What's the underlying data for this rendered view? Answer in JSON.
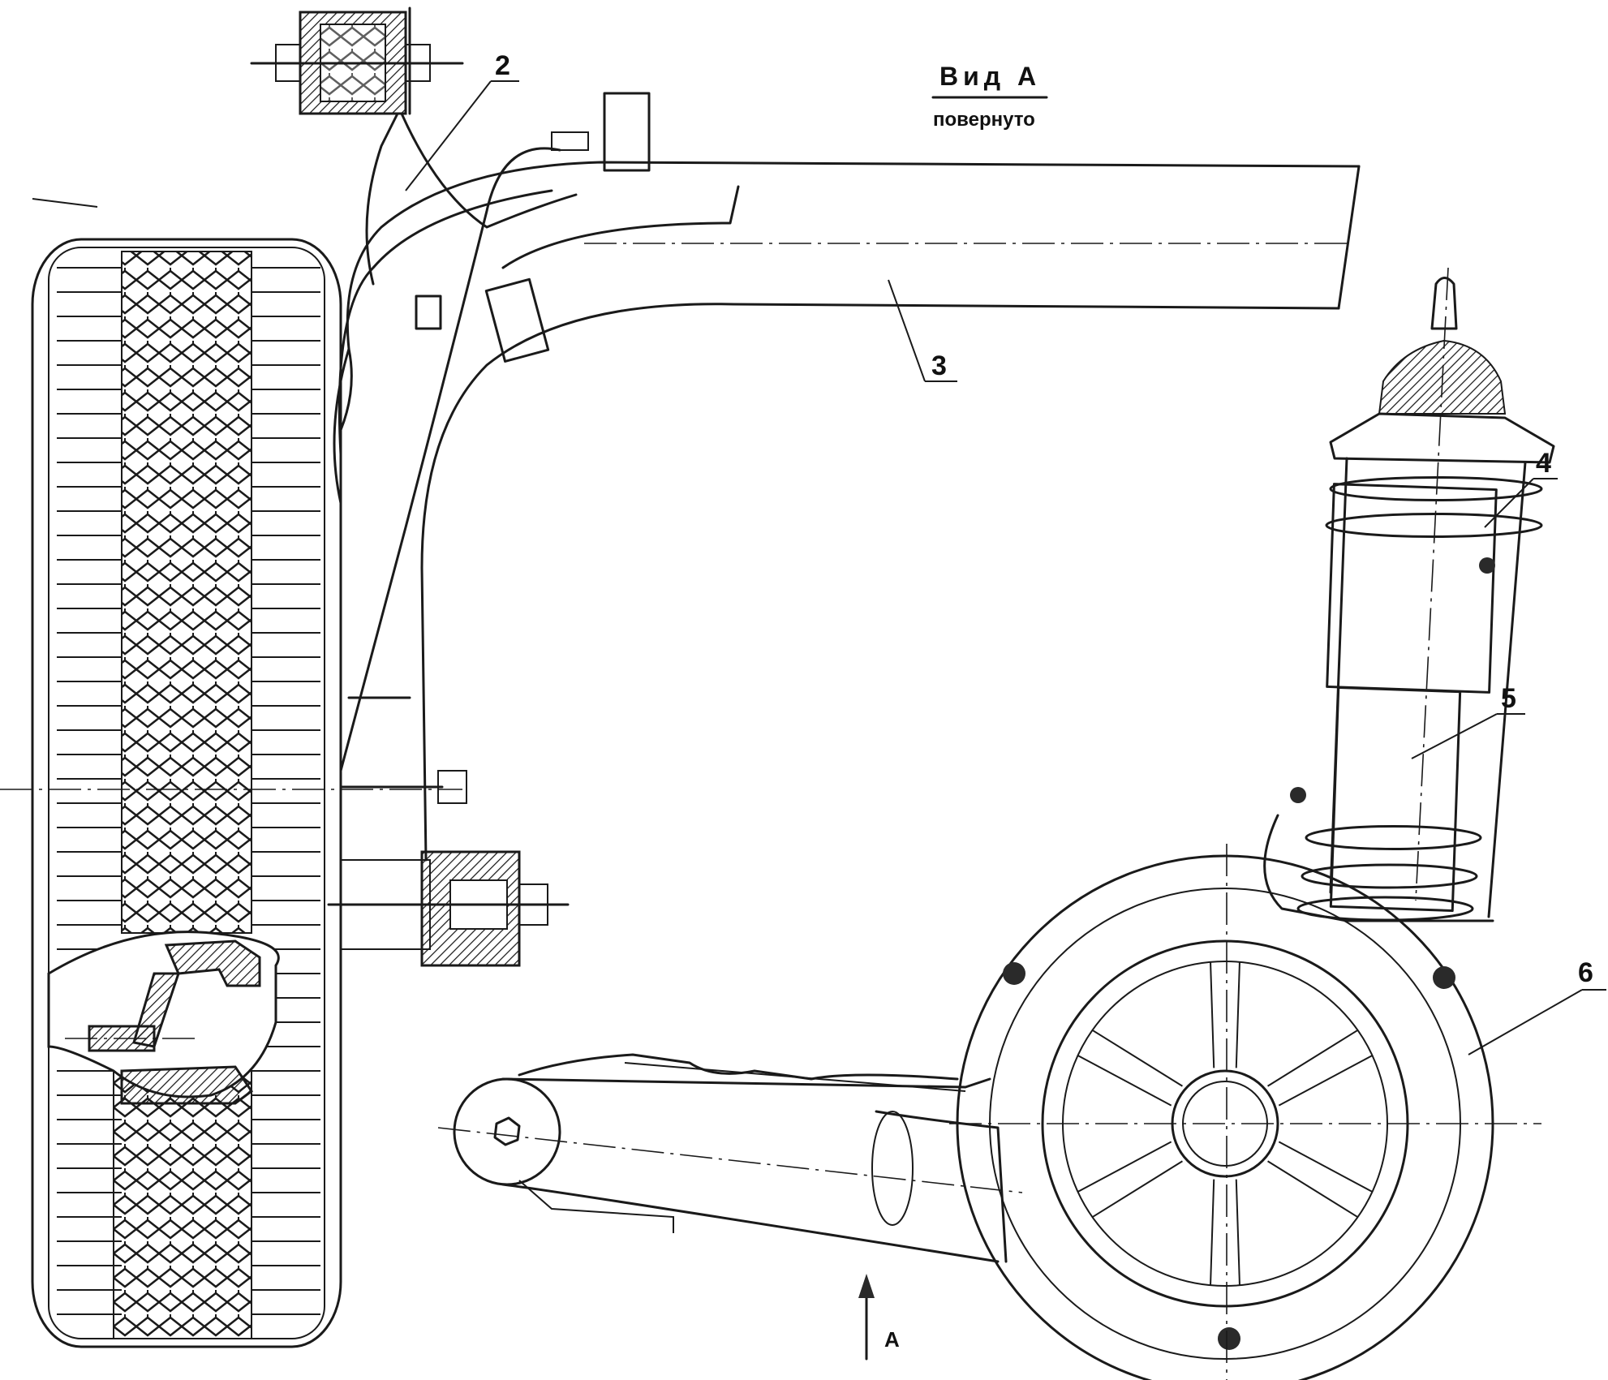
{
  "view": {
    "title": "Вид А",
    "subtitle": "повернуто"
  },
  "callouts": [
    "2",
    "3",
    "4",
    "5",
    "6"
  ],
  "view_arrow_label": "А"
}
